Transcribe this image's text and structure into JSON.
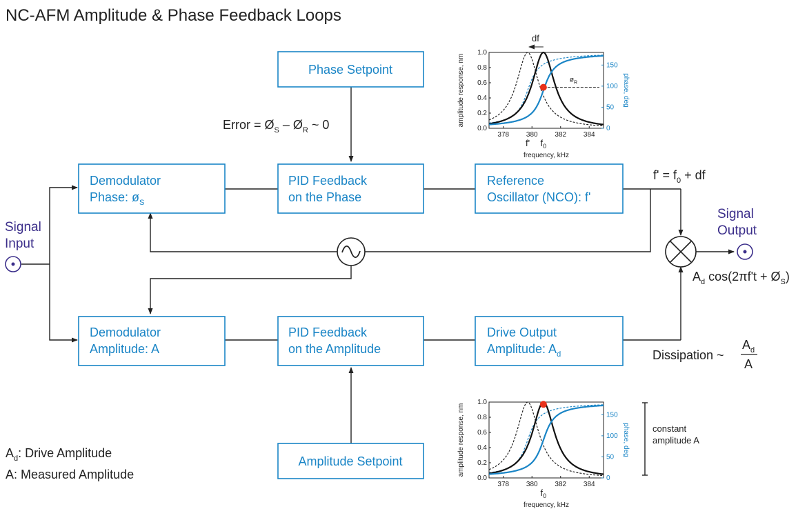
{
  "title": "NC-AFM Amplitude & Phase Feedback Loops",
  "blocks": {
    "phase_setpoint": "Phase Setpoint",
    "amplitude_setpoint": "Amplitude Setpoint",
    "demod_phase": {
      "line1": "Demodulator",
      "line2": "Phase: ø",
      "sub": "S"
    },
    "demod_amplitude": {
      "line1": "Demodulator",
      "line2": "Amplitude: A"
    },
    "pid_phase": {
      "line1": "PID Feedback",
      "line2": "on the Phase"
    },
    "pid_amplitude": {
      "line1": "PID Feedback",
      "line2": "on the Amplitude"
    },
    "ref_osc": {
      "line1": "Reference",
      "line2": "Oscillator (NCO): f'"
    },
    "drive_out": {
      "line1": "Drive Output",
      "line2": "Amplitude: A",
      "sub": "d"
    }
  },
  "labels": {
    "error": {
      "a": "Error = Ø",
      "s": "S",
      "b": " – Ø",
      "r": "R",
      "c": " ~ 0"
    },
    "freq_eq": {
      "a": "f' = f",
      "sub": "0",
      "b": " + df"
    },
    "signal_input": {
      "line1": "Signal",
      "line2": "Input"
    },
    "signal_output": {
      "line1": "Signal",
      "line2": "Output"
    },
    "output_eq": {
      "a": "A",
      "sub1": "d",
      "b": " cos(2πf't + Ø",
      "sub2": "S",
      "c": ")"
    },
    "dissipation": {
      "text": "Dissipation ~",
      "num": "A",
      "num_sub": "d",
      "den": "A"
    }
  },
  "legend": {
    "drive": {
      "a": "A",
      "sub": "d",
      "b": ": Drive Amplitude"
    },
    "measured": "A:  Measured Amplitude"
  },
  "plots": {
    "x_ticks": [
      "378",
      "380",
      "382",
      "384"
    ],
    "y_left_ticks": [
      "0.0",
      "0.2",
      "0.4",
      "0.6",
      "0.8",
      "1.0"
    ],
    "y_right_ticks": [
      "0",
      "50",
      "100",
      "150"
    ],
    "x_label": "frequency, kHz",
    "y_left_label": "amplitude response, nm",
    "y_right_label": "phase, deg",
    "top": {
      "df": "df",
      "phi_r": "ø",
      "phi_r_sub": "R",
      "f_prime": "f'",
      "f0": "f",
      "f0_sub": "0"
    },
    "bottom": {
      "f0": "f",
      "f0_sub": "0",
      "note_line1": "constant",
      "note_line2": "amplitude A"
    }
  },
  "chart_data": {
    "type": "line",
    "xlabel": "frequency, kHz",
    "ylabel": "amplitude response, nm",
    "y2label": "phase, deg",
    "xlim": [
      377,
      385
    ],
    "ylim": [
      0,
      1
    ],
    "y2lim": [
      0,
      180
    ],
    "f0": 380.8,
    "f_prime": 379.7,
    "linewidth": 0.95,
    "series": [],
    "markers": [
      {
        "plot": "top",
        "x": 380.8,
        "y": 0.54
      },
      {
        "plot": "bottom",
        "x": 380.8,
        "y": 0.97
      }
    ]
  },
  "colors": {
    "accent": "#1a85c6",
    "signal": "#3b2e8a",
    "marker": "#e8311a"
  }
}
